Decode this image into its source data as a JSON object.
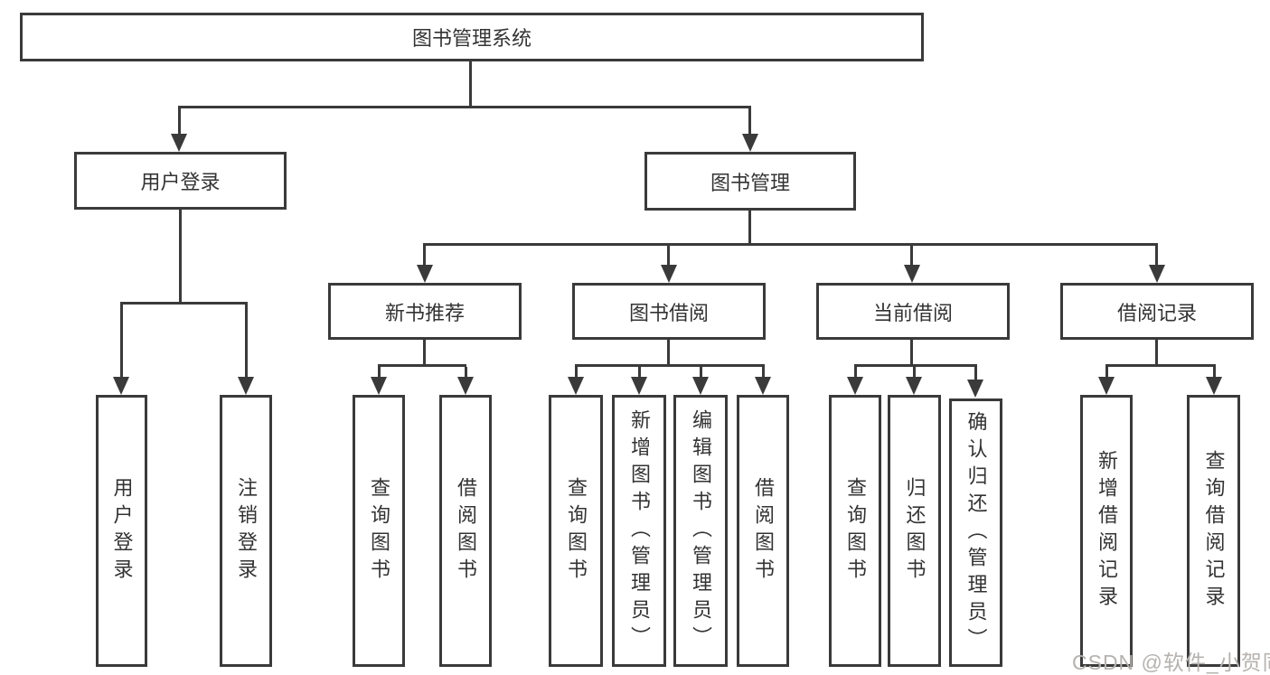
{
  "diagram": {
    "root": {
      "label": "图书管理系统"
    },
    "branches": [
      {
        "label": "用户登录",
        "children": [
          {
            "label": "用户登录"
          },
          {
            "label": "注销登录"
          }
        ]
      },
      {
        "label": "图书管理",
        "children": [
          {
            "label": "新书推荐",
            "children": [
              {
                "label": "查询图书"
              },
              {
                "label": "借阅图书"
              }
            ]
          },
          {
            "label": "图书借阅",
            "children": [
              {
                "label": "查询图书"
              },
              {
                "label": "新增图书（管理员）"
              },
              {
                "label": "编辑图书（管理员）"
              },
              {
                "label": "借阅图书"
              }
            ]
          },
          {
            "label": "当前借阅",
            "children": [
              {
                "label": "查询图书"
              },
              {
                "label": "归还图书"
              },
              {
                "label": "确认归还（管理员）"
              }
            ]
          },
          {
            "label": "借阅记录",
            "children": [
              {
                "label": "新增借阅记录"
              },
              {
                "label": "查询借阅记录"
              }
            ]
          }
        ]
      }
    ],
    "watermark": "CSDN @软件_小贺同学",
    "colors": {
      "line": "#3a3a3a",
      "text": "#333333",
      "watermark": "#b5b2af",
      "background": "#ffffff"
    }
  }
}
